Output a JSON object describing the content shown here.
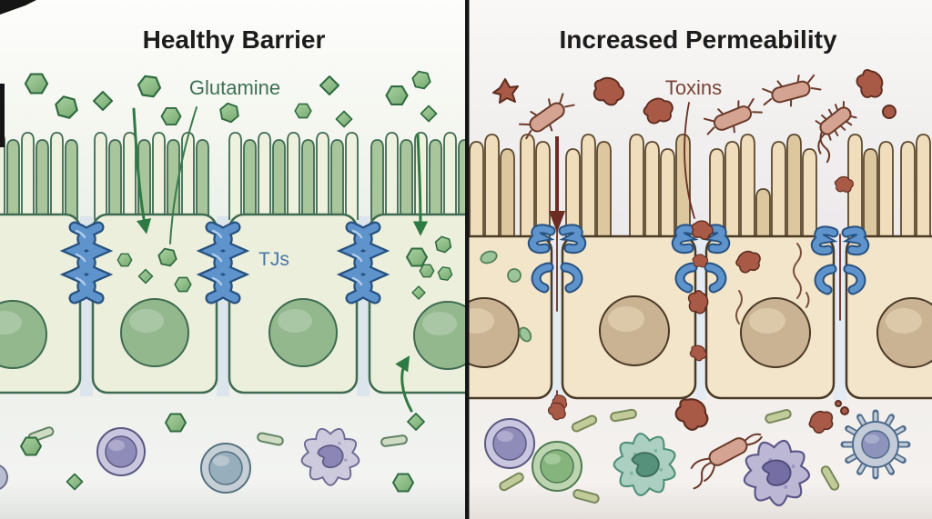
{
  "panels": {
    "left": {
      "title": "Healthy Barrier",
      "molecule_label": "Glutamine",
      "junction_label": "TJs",
      "elements": [
        "glutamine-hexagons",
        "glutamine-diamonds",
        "microvilli-brush-border",
        "epithelial-cells",
        "cell-nuclei",
        "tight-junctions",
        "uptake-arrows",
        "lymphocytes",
        "macrophage",
        "commensal-rods"
      ]
    },
    "right": {
      "title": "Increased Permeability",
      "molecule_label": "Toxins",
      "elements": [
        "toxin-blobs",
        "bacteria",
        "damaged-microvilli",
        "epithelial-cells",
        "cell-nuclei",
        "disrupted-tight-junctions",
        "leak-arrow",
        "membrane-cracks",
        "lymphocytes",
        "macrophages",
        "dendritic-cell",
        "commensal-rods"
      ]
    }
  },
  "colors": {
    "title_dark": "#1c1c1c",
    "glutamine_label": "#3c7152",
    "toxins_label": "#7a4335",
    "tj_label": "#4878a8",
    "glutamine_green": "#8dbf8a",
    "epithelium_left": "#ecefdb",
    "nucleus_left": "#93b88e",
    "epithelium_right": "#f3e5c9",
    "nucleus_right": "#c9b393",
    "tight_junction_blue": "#5e93cc",
    "tight_junction_outline": "#27517f",
    "arrow_green": "#2e7a45",
    "arrow_dark_red": "#6b2d22",
    "toxin_brown": "#a85a47",
    "bacterium_tan": "#d4a392",
    "divider_black": "#141414"
  }
}
